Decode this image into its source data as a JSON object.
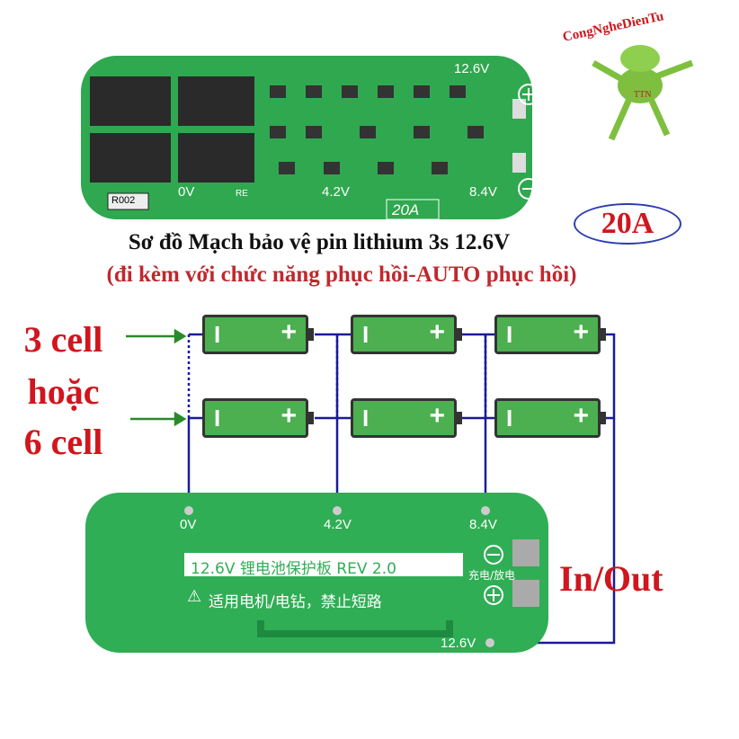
{
  "logo": {
    "text": "CongNgheDienTu",
    "mark": "TTN"
  },
  "badge": "20A",
  "title": "Sơ đồ Mạch bảo vệ pin lithium 3s 12.6V",
  "subtitle": "(đi kèm với chức năng phục hồi-AUTO phục hồi)",
  "left_label": [
    "3 cell",
    "hoặc",
    "6 cell"
  ],
  "io_label": "In/Out",
  "top_board": {
    "labels": {
      "v126": "12.6V",
      "v0": "0V",
      "v42": "4.2V",
      "v84": "8.4V",
      "rating": "20A",
      "resistor": "R002",
      "re": "RE"
    },
    "color": "#2fa84f"
  },
  "bottom_board": {
    "labels": {
      "v0": "0V",
      "v42": "4.2V",
      "v84": "8.4V",
      "v126": "12.6V"
    },
    "name_label": "12.6V 锂电池保护板 REV 2.0",
    "warning": "适用电机/电钻，禁止短路",
    "charge_label": "充电/放电",
    "color": "#2fae55"
  },
  "battery": {
    "neg": "I",
    "pos": "+",
    "color": "#4caf50"
  },
  "wire_color": "#1a1a9a",
  "arrow_color": "#2a8a2a"
}
